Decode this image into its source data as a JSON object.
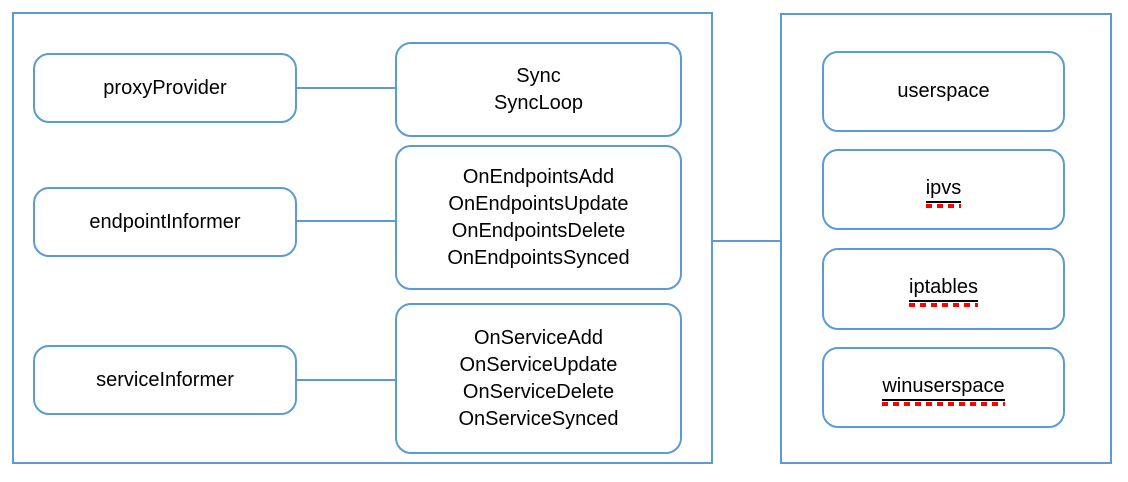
{
  "diagram": {
    "colors": {
      "stroke": "#5B9BD5",
      "text": "#000000",
      "background": "#FFFFFF",
      "spellcheck": "#FF0000"
    },
    "left_panel": {
      "nodes": [
        {
          "label": "proxyProvider",
          "methods": [
            "Sync",
            "SyncLoop"
          ]
        },
        {
          "label": "endpointInformer",
          "methods": [
            "OnEndpointsAdd",
            "OnEndpointsUpdate",
            "OnEndpointsDelete",
            "OnEndpointsSynced"
          ]
        },
        {
          "label": "serviceInformer",
          "methods": [
            "OnServiceAdd",
            "OnServiceUpdate",
            "OnServiceDelete",
            "OnServiceSynced"
          ]
        }
      ]
    },
    "right_panel": {
      "nodes": [
        {
          "label": "userspace",
          "spellcheck_underline": false
        },
        {
          "label": "ipvs",
          "spellcheck_underline": true
        },
        {
          "label": "iptables",
          "spellcheck_underline": true
        },
        {
          "label": "winuserspace",
          "spellcheck_underline": true
        }
      ]
    },
    "connections": [
      {
        "from": "proxyProvider",
        "to": "Sync/SyncLoop"
      },
      {
        "from": "endpointInformer",
        "to": "OnEndpoints handlers"
      },
      {
        "from": "serviceInformer",
        "to": "OnService handlers"
      },
      {
        "from": "left-panel",
        "to": "right-panel"
      }
    ]
  }
}
